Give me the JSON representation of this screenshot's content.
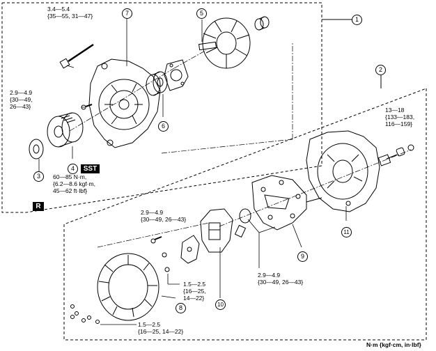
{
  "callouts": {
    "c1": "1",
    "c2": "2",
    "c3": "3",
    "c4": "4",
    "c5": "5",
    "c6": "6",
    "c7": "7",
    "c8": "8",
    "c9": "9",
    "c10": "10",
    "c11": "11"
  },
  "torque_specs": {
    "bolt_top": "3.4—5.4\n{35—55, 31—47}",
    "screw_front": "2.9—4.9\n{30—49,\n26—43}",
    "pulley_nut": "60—85 N·m,\n{6.2—8.6 kgf·m,\n45—62 ft·lbf}",
    "terminal_nut": "13—18\n{133—183,\n116—159}",
    "regulator_screw": "2.9—4.9\n{30—49, 26—43}",
    "regulator_side": "1.5—2.5\n{16—25,\n14—22}",
    "rectifier_screw": "2.9—4.9\n{30—49, 26—43}",
    "stator_screw": "1.5—2.5\n{16—25, 14—22}"
  },
  "badges": {
    "sst": "SST",
    "replace": "R"
  },
  "units": "N·m {kgf·cm, in·lbf}"
}
